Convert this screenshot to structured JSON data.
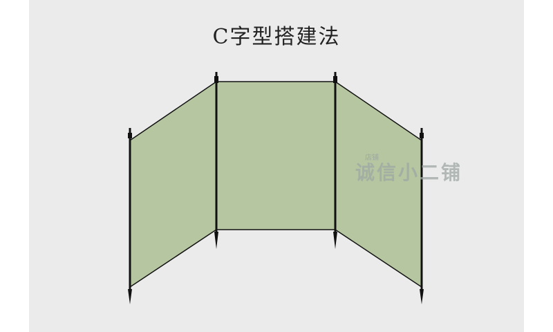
{
  "title": "C字型搭建法",
  "watermark": {
    "small": "店铺",
    "large": "诚信小二铺"
  },
  "colors": {
    "background": "#ebebeb",
    "panel_fill": "#b5c6a0",
    "outline": "#111111"
  },
  "figure": {
    "panel_count": 3,
    "pole_count": 4,
    "shape": "C"
  }
}
